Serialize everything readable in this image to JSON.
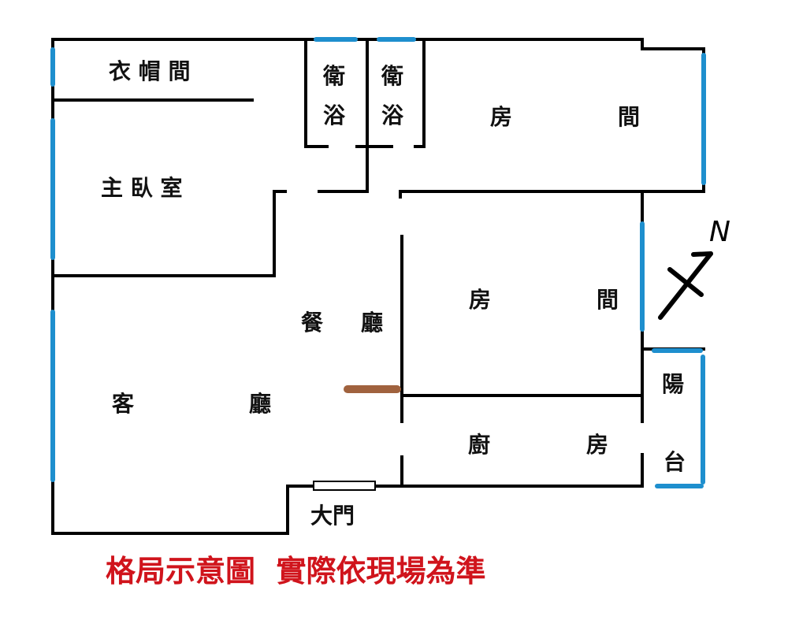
{
  "rooms": {
    "closet": "衣 帽 間",
    "master_bedroom": "主 臥 室",
    "bathroom_1_line1": "衛",
    "bathroom_1_line2": "浴",
    "bathroom_2_line1": "衛",
    "bathroom_2_line2": "浴",
    "bedroom_1": "房　　間",
    "bedroom_2": "房　　間",
    "dining": "餐　廳",
    "living": "客　　廳",
    "kitchen": "廚　　房",
    "balcony_line1": "陽",
    "balcony_line2": "台",
    "entrance": "大門"
  },
  "compass": {
    "label": "N"
  },
  "caption": "格局示意圖  實際依現場為準",
  "colors": {
    "wall": "#000000",
    "window": "#1e8fce",
    "door": "#a0623e",
    "caption": "#d0141c"
  }
}
